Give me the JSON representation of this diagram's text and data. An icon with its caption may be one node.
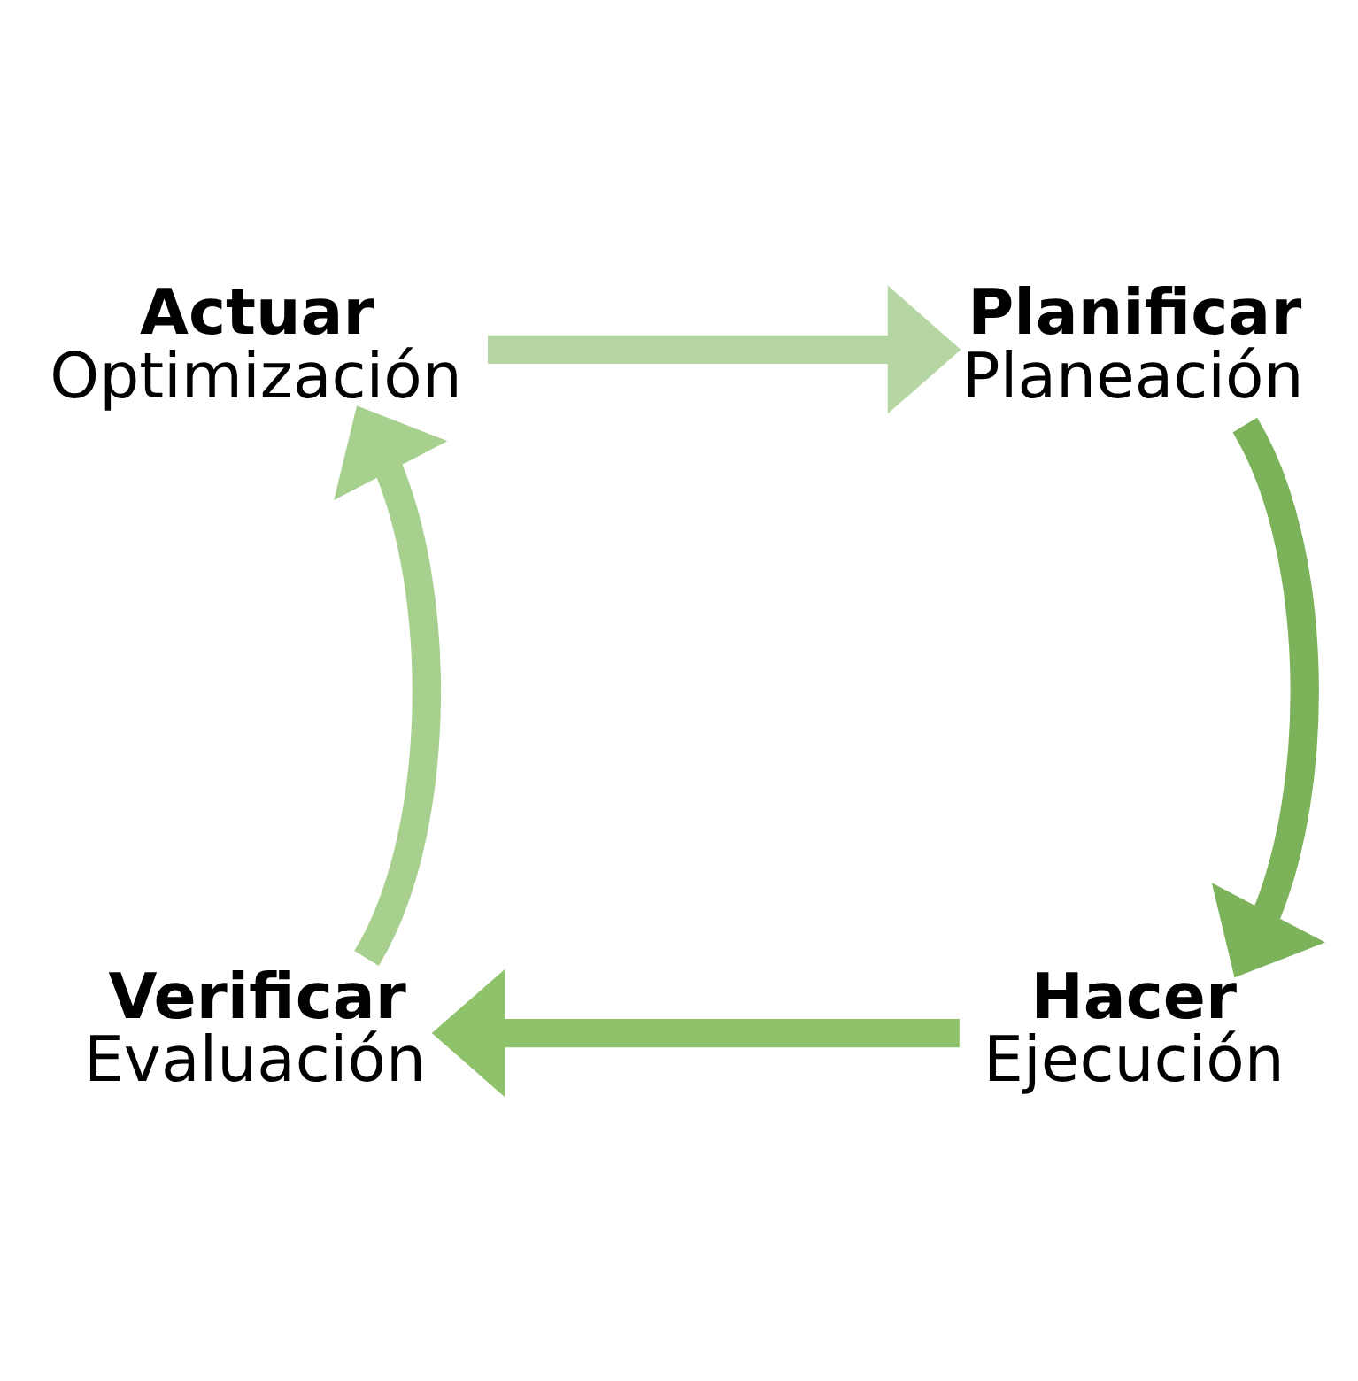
{
  "diagram": {
    "nodes": [
      {
        "text": [
          "Actuar",
          "Optimización"
        ]
      },
      {
        "text": [
          "Planificar",
          "Planeación"
        ]
      },
      {
        "text": [
          "Verificar",
          "Evaluación"
        ]
      },
      {
        "text": [
          "Hacer",
          "Ejecución"
        ]
      }
    ],
    "edges": [
      {
        "from": 0,
        "to": 1,
        "arrow": "to",
        "color": "#b5d6a2"
      },
      {
        "from": 1,
        "to": 3,
        "arrow": "to",
        "color": "#7cb35a"
      },
      {
        "from": 3,
        "to": 2,
        "arrow": "to",
        "color": "#8fc36b"
      },
      {
        "from": 2,
        "to": 0,
        "arrow": "to",
        "color": "#a7cf8e"
      }
    ]
  }
}
